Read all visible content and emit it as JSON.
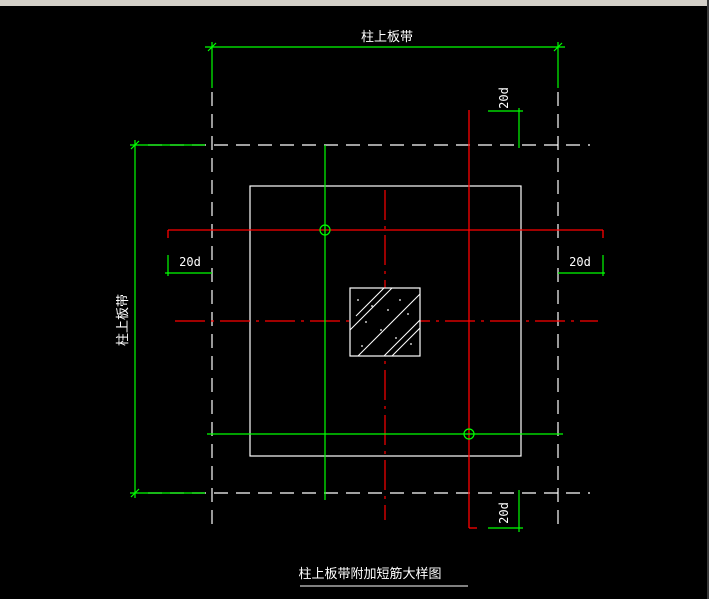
{
  "labels": {
    "top_dim": "柱上板带",
    "left_dim": "柱上板带",
    "dim_20d_top": "20d",
    "dim_20d_left": "20d",
    "dim_20d_right": "20d",
    "dim_20d_bottom": "20d",
    "title": "柱上板带附加短筋大样图"
  },
  "colors": {
    "background": "#000000",
    "dimension": "#00ff00",
    "rebar": "#ff0000",
    "outline": "#ffffff",
    "gridline": "#ffffff"
  },
  "icons": {
    "column": "hatched-column-square",
    "rebar_end_marker": "circle-marker"
  }
}
